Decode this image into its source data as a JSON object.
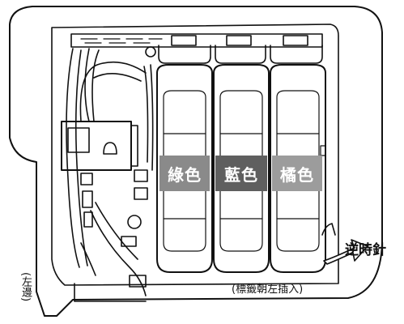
{
  "filters": [
    {
      "label": "綠色",
      "color": "#8a8a8a"
    },
    {
      "label": "藍色",
      "color": "#5f5f5f"
    },
    {
      "label": "橘色",
      "color": "#9c9c9c"
    }
  ],
  "rotate_label": "逆時針",
  "insert_note": "(標籤朝左插入)",
  "side_label": "(左邊)"
}
